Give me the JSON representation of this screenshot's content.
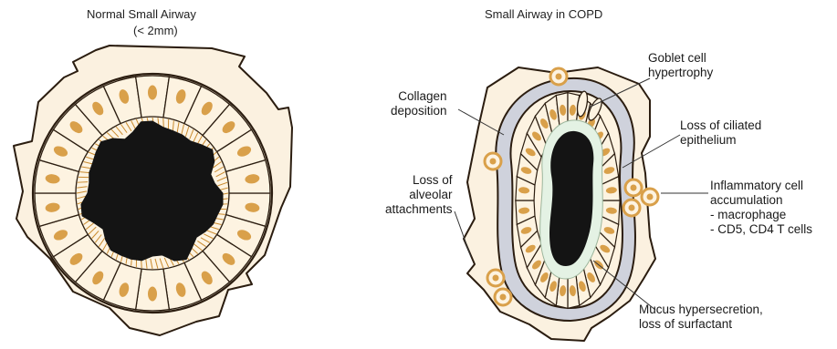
{
  "normal": {
    "title": "Normal Small Airway",
    "subtitle": "(< 2mm)"
  },
  "copd": {
    "title": "Small Airway in COPD",
    "labels": {
      "goblet": [
        "Goblet cell",
        "hypertrophy"
      ],
      "collagen": [
        "Collagen",
        "deposition"
      ],
      "ciliated": [
        "Loss of ciliated",
        "epithelium"
      ],
      "alveolar": [
        "Loss of",
        "alveolar",
        "attachments"
      ],
      "inflammatory": [
        "Inflammatory cell",
        "accumulation",
        "- macrophage",
        "- CD5, CD4 T cells"
      ],
      "mucus": [
        "Mucus hypersecretion,",
        "loss of surfactant"
      ]
    }
  },
  "colors": {
    "outline": "#2b1d10",
    "cell_fill": "#fdf3e1",
    "nucleus": "#d9a04a",
    "lumen": "#141414",
    "wall_fill": "#fbf1e0",
    "collagen": "#cfd2dc",
    "cilia": "#c98a2e",
    "mucus": "#e4f2e4",
    "leader": "#333333"
  }
}
